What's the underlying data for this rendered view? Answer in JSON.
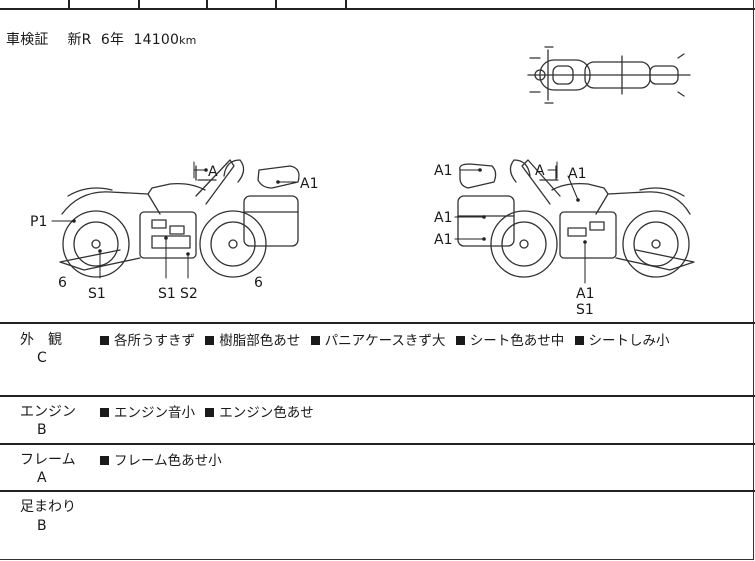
{
  "registration": {
    "label": "車検証",
    "type": "新R",
    "years": "6年",
    "odometer": "14100",
    "unit": "km"
  },
  "diagram": {
    "left_side_labels": {
      "a": "A",
      "a1": "A1",
      "p1": "P1",
      "six_front": "6",
      "s1_front": "S1",
      "s1": "S1",
      "s2": "S2",
      "six_rear": "6"
    },
    "right_side_labels": {
      "a1_seat": "A1",
      "a1_upper": "A1",
      "a1_lower": "A1",
      "a": "A",
      "a1_tank": "A1",
      "a1_bottom": "A1",
      "s1_bottom": "S1"
    }
  },
  "sections": [
    {
      "name": "外　観",
      "grade": "C",
      "notes": [
        "各所うすきず",
        "樹脂部色あせ",
        "パニアケースきず大",
        "シート色あせ中",
        "シートしみ小"
      ]
    },
    {
      "name": "エンジン",
      "grade": "B",
      "notes": [
        "エンジン音小",
        "エンジン色あせ"
      ]
    },
    {
      "name": "フレーム",
      "grade": "A",
      "notes": [
        "フレーム色あせ小"
      ]
    },
    {
      "name": "足まわり",
      "grade": "B",
      "notes": []
    }
  ]
}
